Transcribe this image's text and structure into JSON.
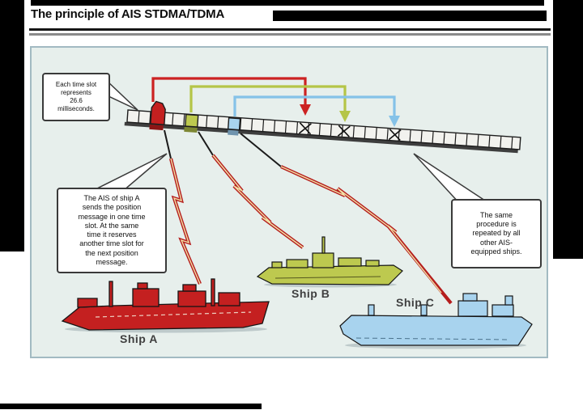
{
  "page": {
    "title": "The principle of AIS STDMA/TDMA"
  },
  "figure": {
    "callouts": {
      "timeslot": "Each time slot\nrepresents\n26.6\nmilliseconds.",
      "ship_a": "The AIS of ship A\nsends the position\nmessage in one time\nslot.  At the same\ntime it reserves\nanother time slot for\nthe next position\nmessage.",
      "others": "The same\nprocedure is\nrepeated by all\nother AIS-\nequipped ships."
    },
    "ship_labels": {
      "a": "Ship A",
      "b": "Ship B",
      "c": "Ship C"
    }
  },
  "colors": {
    "panel_bg": "#e7efec",
    "panel_border": "#a2bac2",
    "ship_a": "#c42020",
    "ship_b": "#bdc94f",
    "ship_c": "#a8d3ee",
    "arrow_red": "#cc2222",
    "arrow_green": "#b5c547",
    "arrow_blue": "#85c2e8",
    "bolt_outline": "#b51d1d",
    "bolt_core": "#f2e2a8",
    "slot_shadow_red": "#8b1515",
    "slot_shadow_green": "#7d8733",
    "slot_shadow_blue": "#6f94ae",
    "label_text": "#3f3f3f"
  }
}
